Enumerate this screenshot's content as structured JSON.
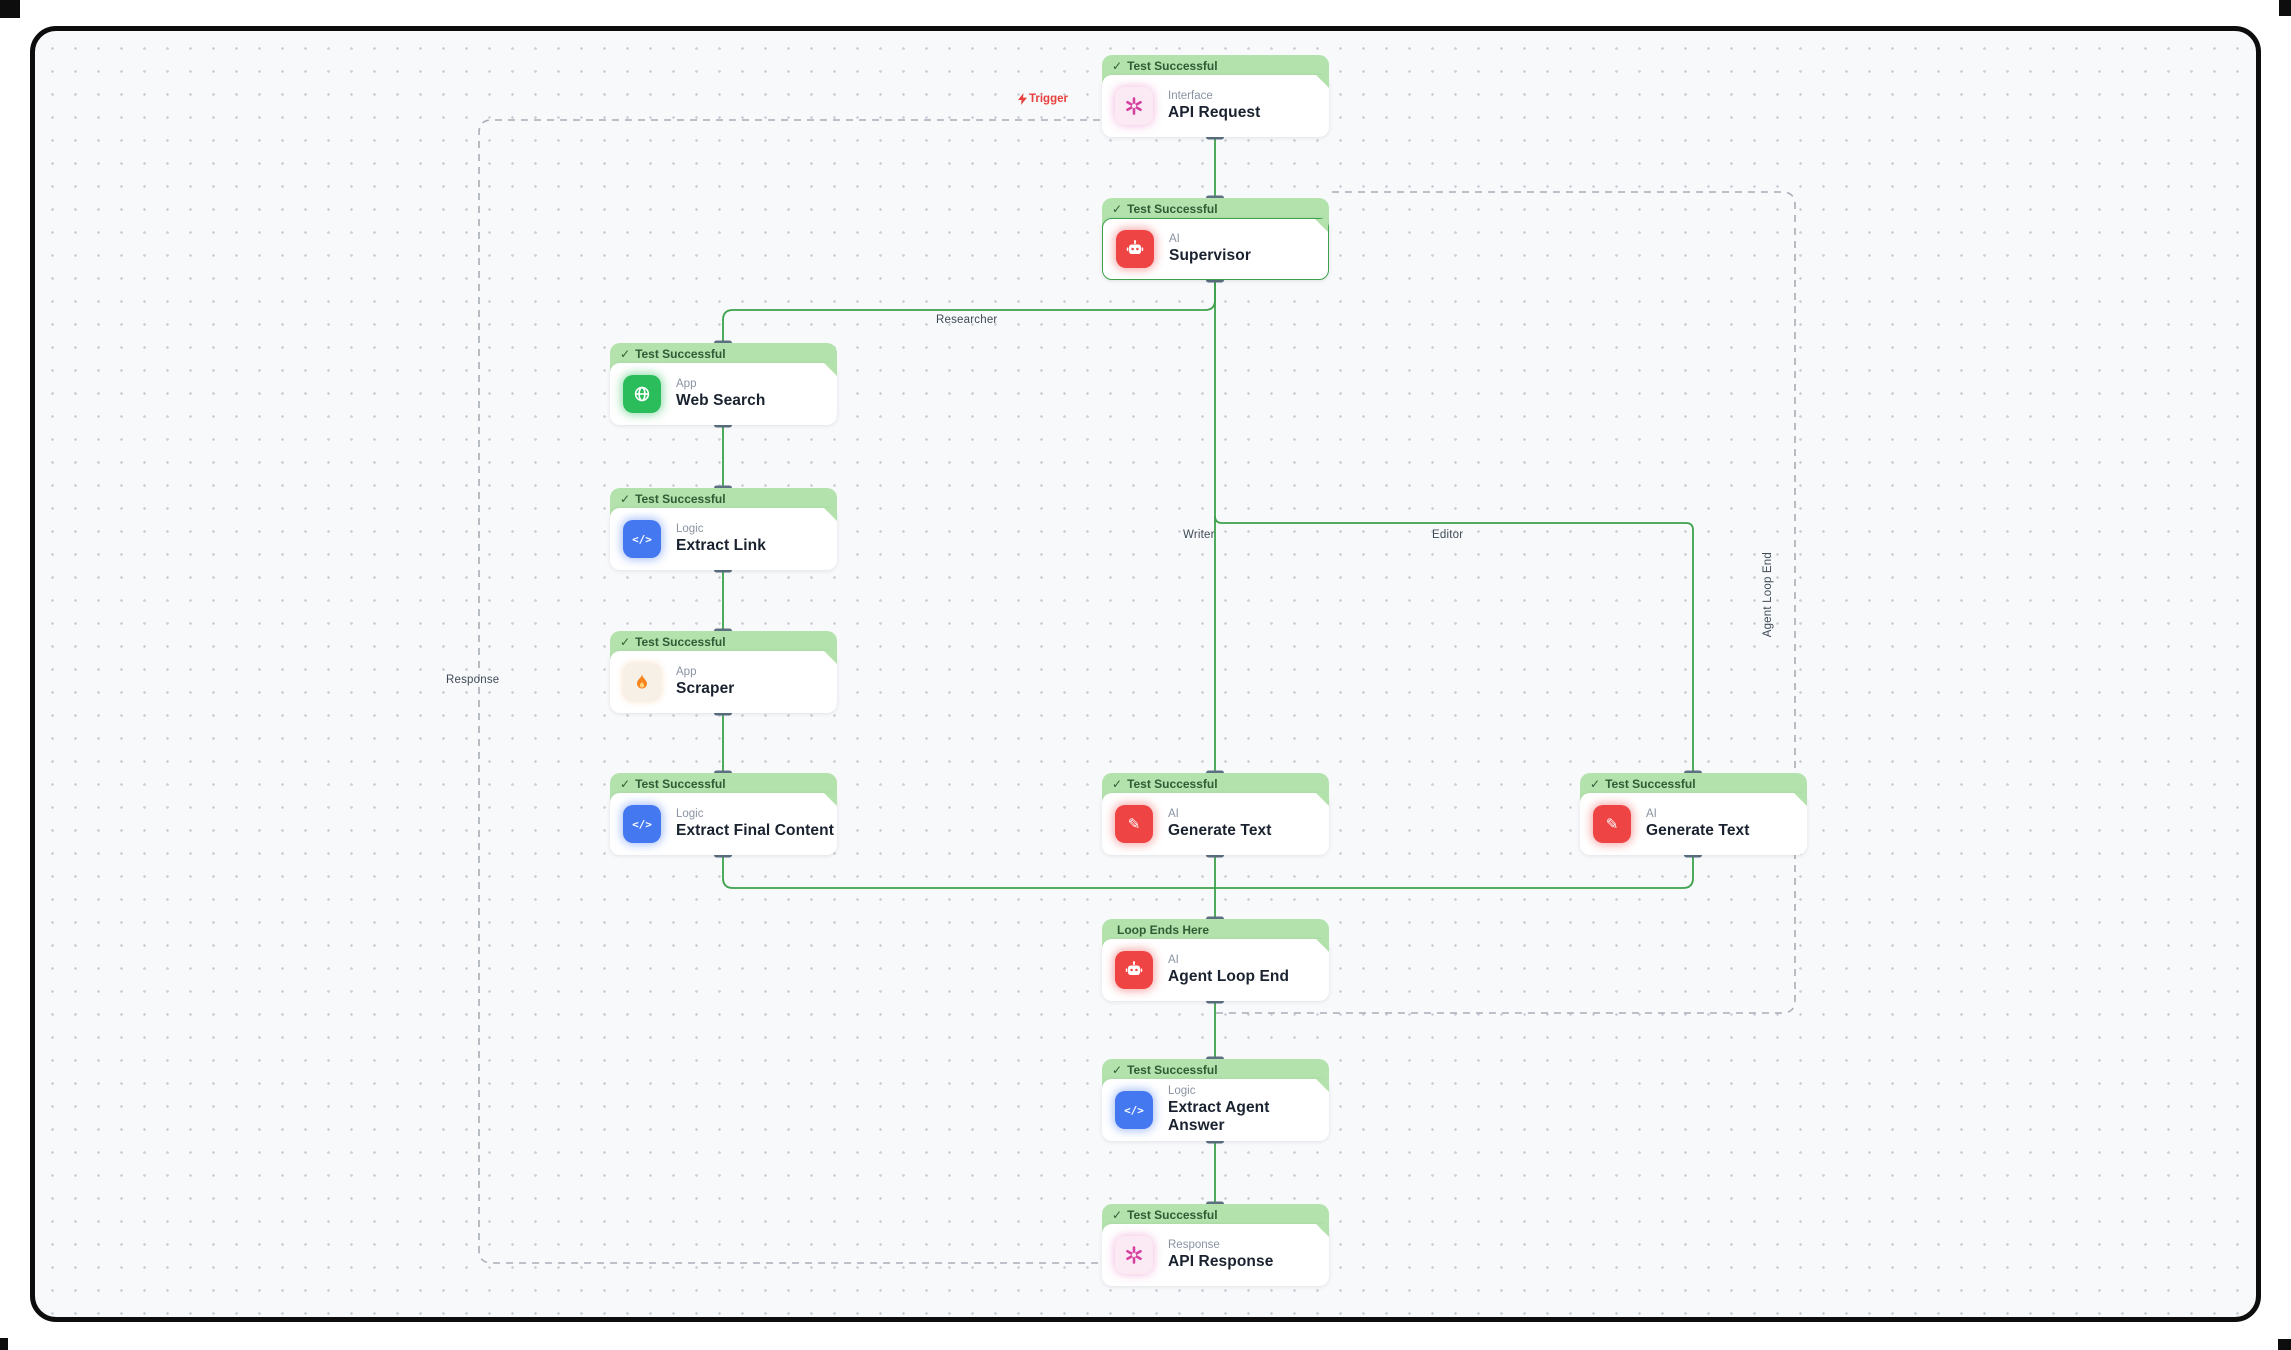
{
  "canvas": {
    "background": "#f8f9fb",
    "dot_color": "#ccd1d9",
    "frame_color": "#0d0d0d"
  },
  "colors": {
    "node_header_green": "#b3e2ac",
    "node_header_text": "#2f5c35",
    "edge_green": "#3ca14b",
    "edge_dashed_gray": "#a9aeb7",
    "connector_gray": "#5c7082",
    "trigger_red": "#e8403c",
    "icon_api_pink": "#d6409f",
    "icon_robot_red": "#ee4444",
    "icon_globe_green": "#2bbd5c",
    "icon_code_blue": "#4478f0",
    "icon_flame_orange": "#f8821c"
  },
  "edges": {
    "trigger": "Trigger",
    "researcher": "Researcher",
    "writer": "Writer",
    "editor": "Editor",
    "response": "Response",
    "agent_loop_end": "Agent Loop End"
  },
  "icons": {
    "code_glyph": "</>",
    "pen_glyph": "✎"
  },
  "nodes": [
    {
      "check": "✓",
      "header": "Test Successful",
      "category": "Interface",
      "title": "API Request",
      "icon": "api-star-icon"
    },
    {
      "check": "✓",
      "header": "Test Successful",
      "category": "AI",
      "title": "Supervisor",
      "icon": "robot-icon",
      "selected": true
    },
    {
      "check": "✓",
      "header": "Test Successful",
      "category": "App",
      "title": "Web Search",
      "icon": "globe-icon"
    },
    {
      "check": "✓",
      "header": "Test Successful",
      "category": "Logic",
      "title": "Extract Link",
      "icon": "code-icon"
    },
    {
      "check": "✓",
      "header": "Test Successful",
      "category": "App",
      "title": "Scraper",
      "icon": "flame-icon"
    },
    {
      "check": "✓",
      "header": "Test Successful",
      "category": "Logic",
      "title": "Extract Final Content",
      "icon": "code-icon"
    },
    {
      "check": "✓",
      "header": "Test Successful",
      "category": "AI",
      "title": "Generate Text",
      "icon": "pen-icon"
    },
    {
      "check": "✓",
      "header": "Test Successful",
      "category": "AI",
      "title": "Generate Text",
      "icon": "pen-icon"
    },
    {
      "check": "",
      "header": "Loop Ends Here",
      "category": "AI",
      "title": "Agent Loop End",
      "icon": "robot-icon"
    },
    {
      "check": "✓",
      "header": "Test Successful",
      "category": "Logic",
      "title": "Extract Agent Answer",
      "icon": "code-icon"
    },
    {
      "check": "✓",
      "header": "Test Successful",
      "category": "Response",
      "title": "API Response",
      "icon": "api-star-icon"
    }
  ]
}
